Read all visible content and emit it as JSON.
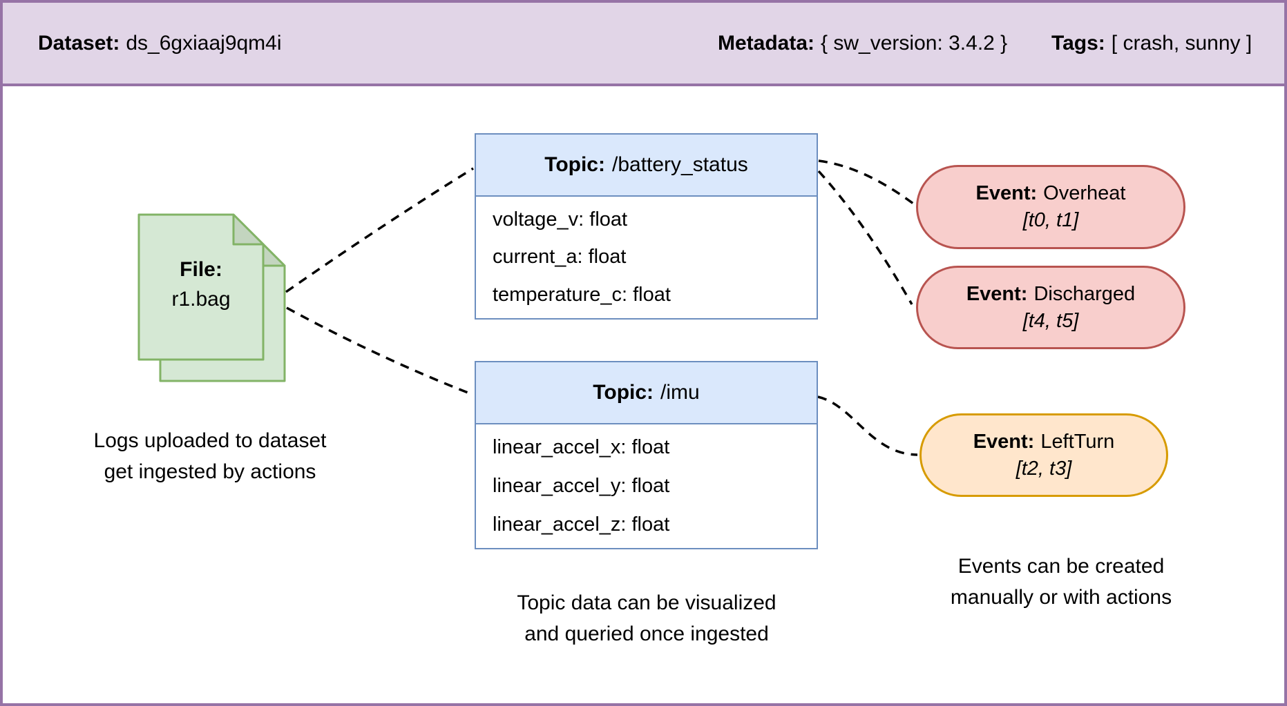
{
  "header": {
    "dataset_label": "Dataset:",
    "dataset_value": "ds_6gxiaaj9qm4i",
    "metadata_label": "Metadata:",
    "metadata_value": "{ sw_version: 3.4.2 }",
    "tags_label": "Tags:",
    "tags_value": "[ crash, sunny ]"
  },
  "file": {
    "icon": "stacked-documents",
    "label": "File:",
    "name": "r1.bag"
  },
  "topics": [
    {
      "label": "Topic:",
      "name": "/battery_status",
      "fields": [
        "voltage_v: float",
        "current_a: float",
        "temperature_c: float"
      ]
    },
    {
      "label": "Topic:",
      "name": "/imu",
      "fields": [
        "linear_accel_x: float",
        "linear_accel_y: float",
        "linear_accel_z: float"
      ]
    }
  ],
  "events": [
    {
      "label": "Event:",
      "name": "Overheat",
      "range": "[t0, t1]",
      "fill": "#F8CECC",
      "stroke": "#B85450"
    },
    {
      "label": "Event:",
      "name": "Discharged",
      "range": "[t4, t5]",
      "fill": "#F8CECC",
      "stroke": "#B85450"
    },
    {
      "label": "Event:",
      "name": "LeftTurn",
      "range": "[t2, t3]",
      "fill": "#FFE6CC",
      "stroke": "#D79B00"
    }
  ],
  "captions": {
    "file": [
      "Logs uploaded to dataset",
      "get ingested by actions"
    ],
    "topics": [
      "Topic data can be visualized",
      "and queried once ingested"
    ],
    "events": [
      "Events can be created",
      "manually or with actions"
    ]
  },
  "colors": {
    "header_fill": "#E1D5E7",
    "header_stroke": "#9673A6",
    "file_fill": "#D5E8D4",
    "file_stroke": "#82B366",
    "topic_fill": "#DAE8FC",
    "topic_stroke": "#6C8EBF",
    "event_red_fill": "#F8CECC",
    "event_red_stroke": "#B85450",
    "event_orange_fill": "#FFE6CC",
    "event_orange_stroke": "#D79B00",
    "connector": "#000000"
  }
}
